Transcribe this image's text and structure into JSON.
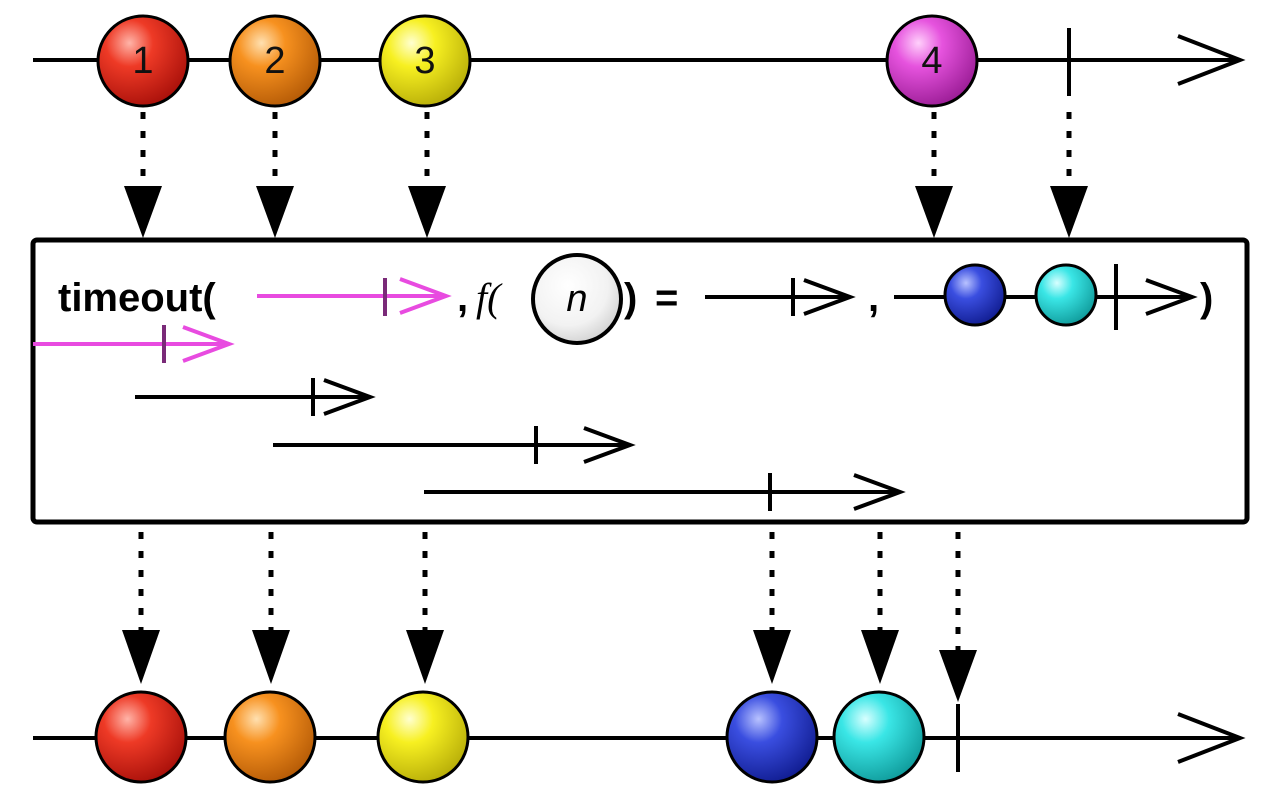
{
  "operator": {
    "name_label": "timeout(",
    "fn_label": "f(",
    "fn_param": "n",
    "fn_close": ")",
    "equals": "=",
    "comma_1": ",",
    "comma_2": ",",
    "close_paren": ")"
  },
  "source": {
    "items": [
      {
        "label": "1",
        "color": "#e8261c"
      },
      {
        "label": "2",
        "color": "#f7891f"
      },
      {
        "label": "3",
        "color": "#f5ee1a"
      },
      {
        "label": "4",
        "color": "#e84be0"
      }
    ],
    "completed": true
  },
  "fallback": {
    "items": [
      {
        "color": "#2b3fd6"
      },
      {
        "color": "#2fe3e3"
      }
    ],
    "completed": true
  },
  "result": {
    "items": [
      {
        "color": "#e8261c"
      },
      {
        "color": "#f7891f"
      },
      {
        "color": "#f5ee1a"
      },
      {
        "color": "#2b3fd6"
      },
      {
        "color": "#2fe3e3"
      }
    ],
    "completed": true
  },
  "colors": {
    "timer_accent": "#e84be0",
    "line": "#000000"
  }
}
